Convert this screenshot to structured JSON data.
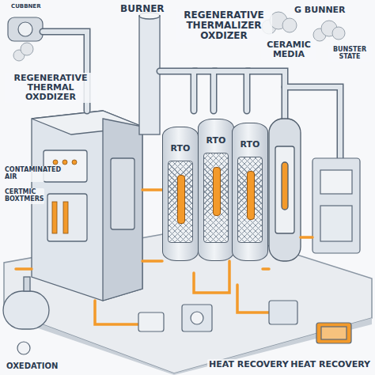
{
  "diagram": {
    "nodes": [
      {
        "text": [
          "RTO"
        ]
      },
      {
        "text": [
          "RTO"
        ]
      },
      {
        "text": [
          "RTO"
        ]
      }
    ],
    "labels": [
      "CUBBNER",
      "BURNER",
      "REGENERATIVE THERMALIZER OXDIZER",
      "G BUNNER",
      "CERAMIC MEDIA",
      "BUNSTER STATE",
      "REGENERATIVE THERMAL OXDDIZER",
      "CONTAMINATED AIR",
      "CERTMIC BOXTMERS",
      "OXEDATION",
      "HEAT RECOVERY",
      "HEAT RECOVERY"
    ]
  }
}
